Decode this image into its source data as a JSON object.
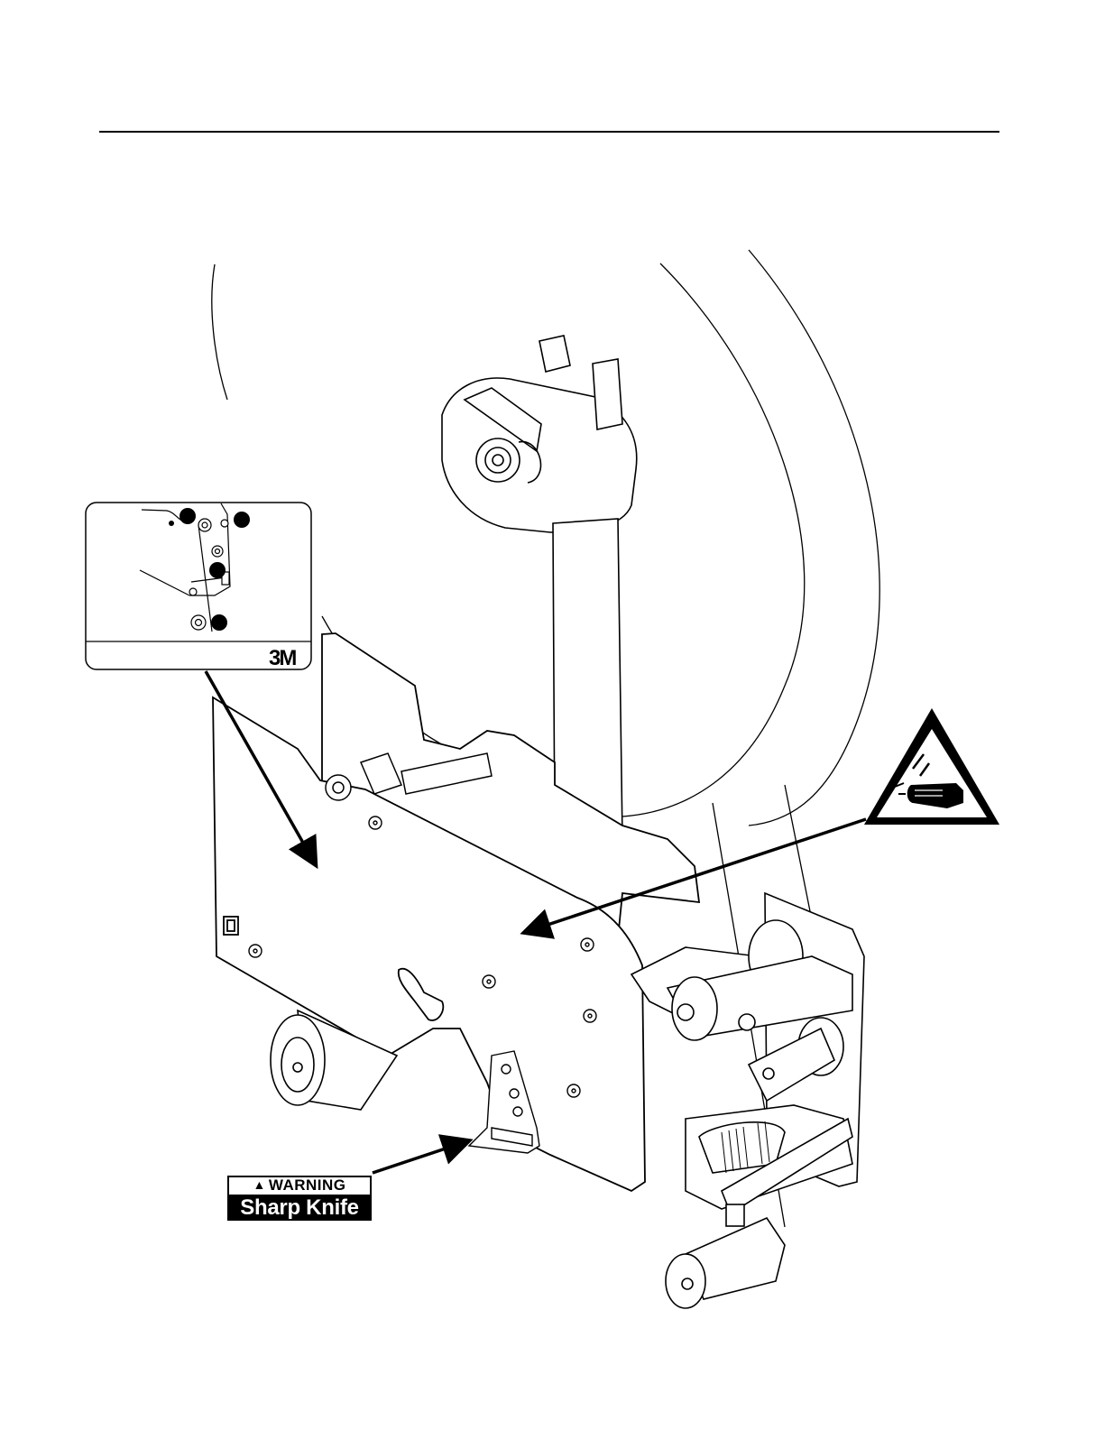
{
  "labels": {
    "inset_brand": "3M",
    "warning_header": "WARNING",
    "warning_body": "Sharp Knife"
  },
  "icons": {
    "warning_triangle": "warning-triangle-icon",
    "hand_hazard": "hand-cut-hazard-icon"
  },
  "colors": {
    "ink": "#000000",
    "paper": "#ffffff"
  }
}
